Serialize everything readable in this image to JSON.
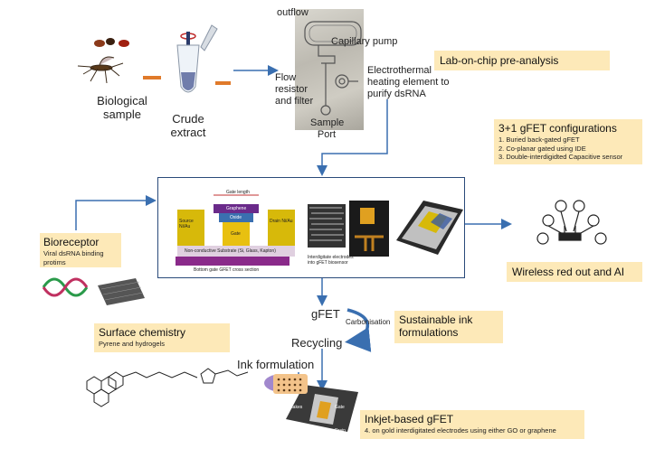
{
  "labels": {
    "biological_sample": "Biological sample",
    "crude_extract": "Crude extract",
    "outflow": "outflow",
    "capillary_pump": "Capillary pump",
    "flow_resistor": "Flow resistor and filter",
    "electrothermal": "Electrothermal heating element to purify dsRNA",
    "sample_port": "Sample Port",
    "gfet": "gFET",
    "recycling": "Recycling",
    "carbonisation": "Carbonisation",
    "ink_formulation": "Ink formulation"
  },
  "boxes": {
    "lab_on_chip": "Lab-on-chip pre-analysis",
    "gfet_configs": {
      "title": "3+1 gFET configurations",
      "items": [
        "1. Buried back-gated gFET",
        "2. Co-planar gated using IDE",
        "3. Double-interdigidted Capacitive sensor"
      ]
    },
    "wireless": "Wireless red out and AI",
    "bioreceptor": {
      "title": "Bioreceptor",
      "sub": "Viral dsRNA binding protims"
    },
    "surface_chem": {
      "title": "Surface chemistry",
      "sub": "Pyrene and hydrogels"
    },
    "sustainable": "Sustainable ink formulations",
    "inkjet": {
      "title": "Inkjet-based gFET",
      "sub": "4. on gold interdigitated electrodes using either GO or graphene"
    }
  },
  "device": {
    "gate_length": "Gate length",
    "source": "Source Ni/Au",
    "drain": "Drain Ni/Au",
    "graphene": "Graphene",
    "oxide": "Oxide",
    "gate": "Gate",
    "substrate": "Non-conductive Substrate (Si, Glass, Kapton)",
    "caption_left": "Bottom gate GFET cross section",
    "caption_mid": "Interdigitate electrodes into gFET biosensor"
  },
  "inkjet_chip": {
    "go_flakes": "GO flakes",
    "gate": "Gate",
    "source": "Source",
    "drain": "Drain"
  },
  "colors": {
    "arrow_blue": "#3a6fb0",
    "box_fill": "#fde9b8",
    "orange": "#e07a2a"
  }
}
